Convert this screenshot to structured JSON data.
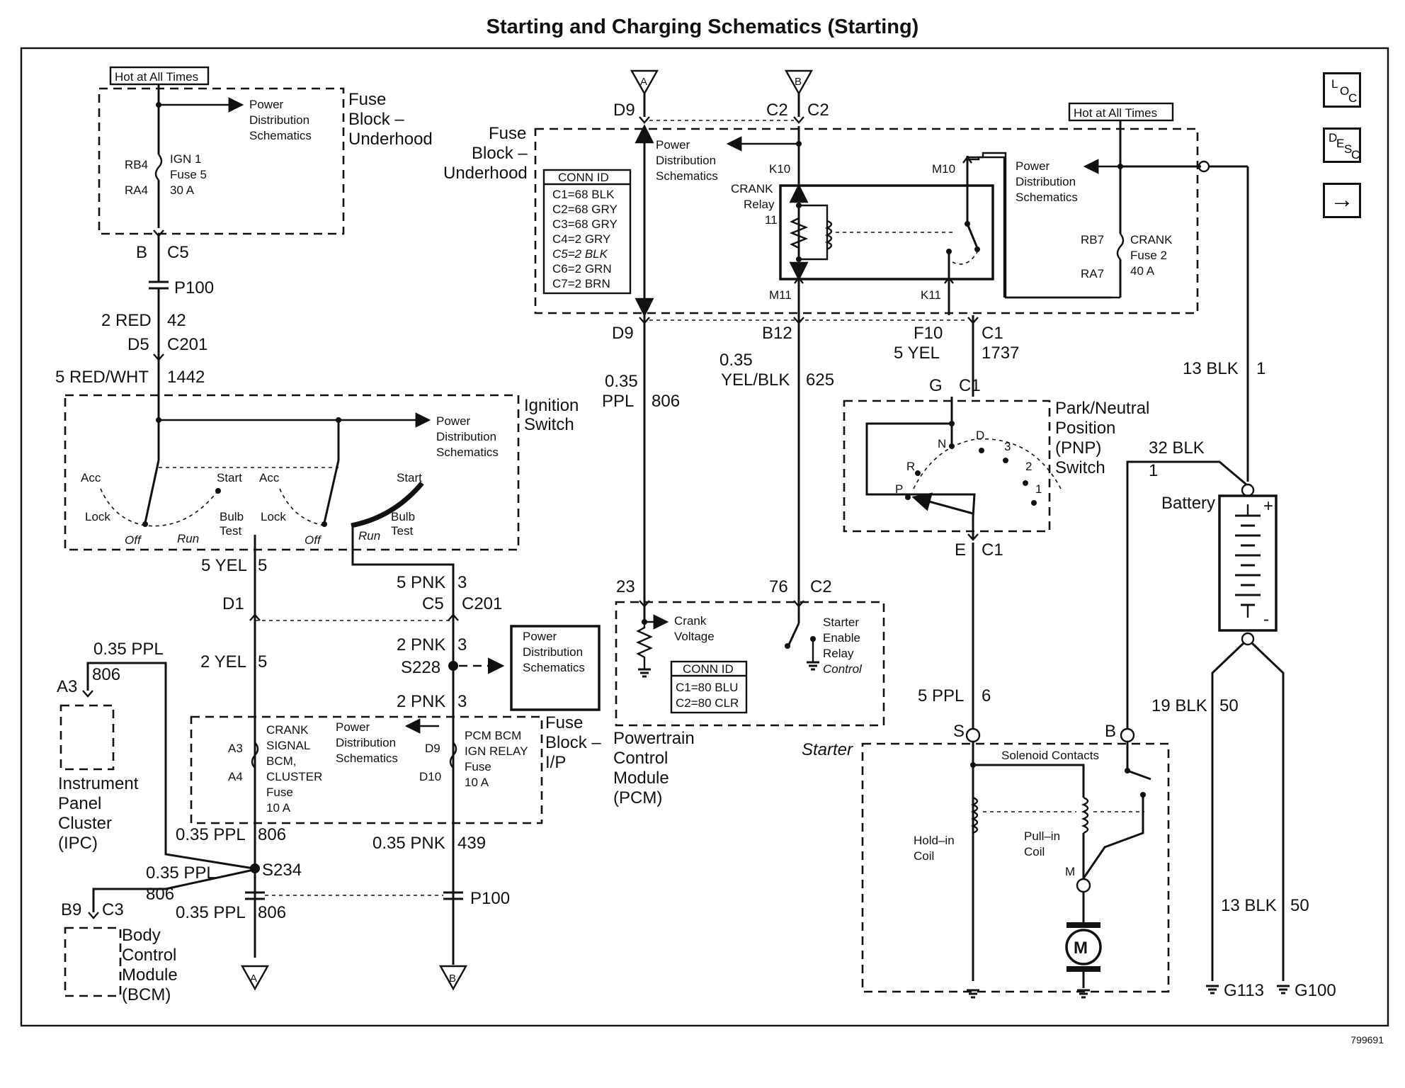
{
  "page": {
    "title": "Starting and Charging Schematics (Starting)",
    "figure_code": "799691"
  },
  "nav": {
    "loc": [
      "L",
      "O",
      "C"
    ],
    "desc": [
      "D",
      "E",
      "S",
      "C"
    ],
    "next": "→"
  },
  "components": {
    "fuse_block_underhood_left": {
      "hot": "Hot at All Times",
      "name": [
        "Fuse",
        "Block –",
        "Underhood"
      ],
      "pd": [
        "Power",
        "Distribution",
        "Schematics"
      ],
      "fuse": [
        "IGN 1",
        "Fuse 5",
        "30 A"
      ],
      "terms": [
        "RB4",
        "RA4"
      ]
    },
    "fuse_block_underhood_center": {
      "name": [
        "Fuse",
        "Block –",
        "Underhood"
      ],
      "pd": [
        "Power",
        "Distribution",
        "Schematics"
      ],
      "conn_header": "CONN ID",
      "conn": [
        "C1=68 BLK",
        "C2=68 GRY",
        "C3=68 GRY",
        "C4=2 GRY",
        "C5=2 BLK",
        "C6=2 GRN",
        "C7=2 BRN"
      ],
      "relay": [
        "CRANK",
        "Relay",
        "11"
      ],
      "terms": [
        "K10",
        "M10",
        "M11",
        "K11"
      ]
    },
    "fuse_block_underhood_right": {
      "hot": "Hot at All Times",
      "pd": [
        "Power",
        "Distribution",
        "Schematics"
      ],
      "fuse": [
        "CRANK",
        "Fuse 2",
        "40 A"
      ],
      "terms": [
        "RB7",
        "RA7"
      ]
    },
    "ignition_switch": {
      "name": [
        "Ignition",
        "Switch"
      ],
      "pd": [
        "Power",
        "Distribution",
        "Schematics"
      ],
      "positions": [
        "Acc",
        "Start",
        "Lock",
        "Bulb",
        "Test",
        "Off",
        "Run",
        "Acc",
        "Lock",
        "Start",
        "Bulb",
        "Test",
        "Off",
        "Run"
      ]
    },
    "fuse_block_ip": {
      "name": [
        "Fuse",
        "Block –",
        "I/P"
      ],
      "pd": [
        "Power",
        "Distribution",
        "Schematics"
      ],
      "fuse1": [
        "CRANK",
        "SIGNAL",
        "BCM,",
        "CLUSTER",
        "Fuse",
        "10 A"
      ],
      "fuse1_terms": [
        "A3",
        "A4"
      ],
      "fuse2": [
        "PCM BCM",
        "IGN RELAY",
        "Fuse",
        "10 A"
      ],
      "fuse2_terms": [
        "D9",
        "D10"
      ]
    },
    "pd_box": [
      "Power",
      "Distribution",
      "Schematics"
    ],
    "ipc": {
      "name": [
        "Instrument",
        "Panel",
        "Cluster",
        "(IPC)"
      ],
      "conn": "A3"
    },
    "bcm": {
      "name": [
        "Body",
        "Control",
        "Module",
        "(BCM)"
      ],
      "conn": [
        "B9",
        "C3"
      ]
    },
    "pcm": {
      "name": [
        "Powertrain",
        "Control",
        "Module",
        "(PCM)"
      ],
      "crank": [
        "Crank",
        "Voltage"
      ],
      "ser": [
        "Starter",
        "Enable",
        "Relay",
        "Control"
      ],
      "conn_header": "CONN ID",
      "conn": [
        "C1=80 BLU",
        "C2=80 CLR"
      ],
      "pins": [
        "23",
        "76",
        "C2"
      ]
    },
    "pnp": {
      "name": [
        "Park/Neutral",
        "Position",
        "(PNP)",
        "Switch"
      ],
      "positions": [
        "N",
        "D",
        "3",
        "R",
        "2",
        "P",
        "1"
      ]
    },
    "starter": {
      "name": "Starter",
      "solenoid": "Solenoid Contacts",
      "hold": [
        "Hold–in",
        "Coil"
      ],
      "pull": [
        "Pull–in",
        "Coil"
      ],
      "m_term": "M",
      "motor": "M",
      "s_term": "S",
      "b_term": "B"
    },
    "battery": {
      "name": "Battery",
      "plus": "+",
      "minus": "-"
    },
    "grounds": [
      "G113",
      "G100"
    ],
    "splices": {
      "p100": "P100",
      "s228": "S228",
      "s234": "S234"
    },
    "offpage": [
      "A",
      "B"
    ]
  },
  "wire_labels": {
    "b_c5": [
      "B",
      "C5"
    ],
    "red42": [
      "2 RED",
      "42"
    ],
    "d5_c201": [
      "D5",
      "C201"
    ],
    "redwht": [
      "5 RED/WHT",
      "1442"
    ],
    "yel5a": [
      "5 YEL",
      "5"
    ],
    "pnk3a": [
      "5 PNK",
      "3"
    ],
    "d1": "D1",
    "c5_c201": [
      "C5",
      "C201"
    ],
    "yel5b": [
      "2 YEL",
      "5"
    ],
    "pnk3b": [
      "2 PNK",
      "3"
    ],
    "pnk3c": [
      "2 PNK",
      "3"
    ],
    "ppl806a": [
      "0.35 PPL",
      "806"
    ],
    "ppl806b": [
      "0.35 PPL",
      "806"
    ],
    "ppl806c": [
      "0.35 PPL",
      "806"
    ],
    "ppl806d": [
      "0.35 PPL",
      "806"
    ],
    "pnk439": [
      "0.35 PNK",
      "439"
    ],
    "d9_top": "D9",
    "c2_top": [
      "C2",
      "C2"
    ],
    "d9_mid": "D9",
    "b12": "B12",
    "ppl806e": [
      "0.35",
      "PPL",
      "806"
    ],
    "yelblk625": [
      "0.35",
      "YEL/BLK",
      "625"
    ],
    "f10_c1": [
      "F10",
      "C1"
    ],
    "yel1737": [
      "5 YEL",
      "1737"
    ],
    "g_c1": [
      "G",
      "C1"
    ],
    "e_c1": [
      "E",
      "C1"
    ],
    "ppl6": [
      "5 PPL",
      "6"
    ],
    "blk13_1": [
      "13 BLK",
      "1"
    ],
    "blk32": [
      "32 BLK",
      "1"
    ],
    "blk19": [
      "19 BLK",
      "50"
    ],
    "blk13_50": [
      "13 BLK",
      "50"
    ]
  }
}
